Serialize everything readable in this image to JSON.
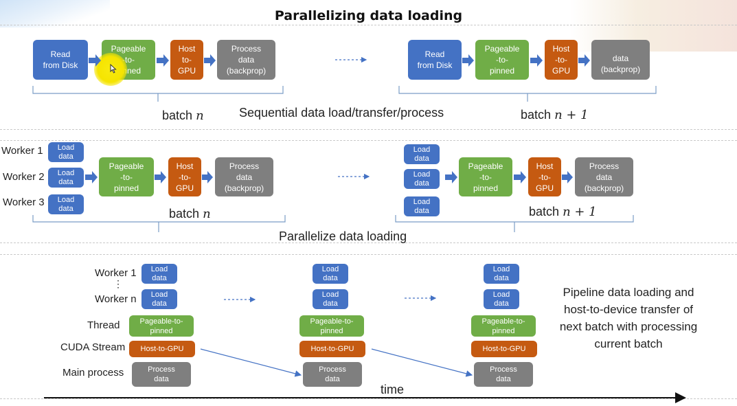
{
  "title": "Parallelizing data loading",
  "section1": {
    "caption": "Sequential data load/transfer/process",
    "batch_n": {
      "word": "batch",
      "var": "n"
    },
    "batch_n1": {
      "word": "batch",
      "var": "n + 1"
    },
    "left": {
      "read": "Read\nfrom Disk",
      "pageable": "Pageable\n-to-\npinned",
      "host": "Host\nto-\nGPU",
      "process": "Process\ndata\n(backprop)"
    },
    "right": {
      "read": "Read\nfrom Disk",
      "pageable": "Pageable\n-to-\npinned",
      "host": "Host\n-to-\nGPU",
      "process": "data\n(backprop)"
    }
  },
  "section2": {
    "caption": "Parallelize data loading",
    "batch_n": {
      "word": "batch",
      "var": "n"
    },
    "batch_n1": {
      "word": "batch",
      "var": "n + 1"
    },
    "workers": [
      "Worker 1",
      "Worker 2",
      "Worker 3"
    ],
    "load": "Load\ndata",
    "pageable": "Pageable\n-to-\npinned",
    "host": "Host\n-to-\nGPU",
    "process": "Process\ndata\n(backprop)"
  },
  "section3": {
    "rows": {
      "worker1": "Worker 1",
      "dots": "⋮",
      "workern": "Worker n",
      "thread": "Thread",
      "cuda": "CUDA Stream",
      "main": "Main process"
    },
    "load": "Load\ndata",
    "pageable": "Pageable-to-\npinned",
    "host": "Host-to-GPU",
    "process": "Process\ndata",
    "pipeline_text": "Pipeline data loading and\nhost-to-device transfer of\nnext batch with processing\ncurrent batch",
    "time": "time"
  },
  "colors": {
    "blue": "#4472c4",
    "green": "#70ad47",
    "orange": "#c55a11",
    "gray": "#7f7f7f",
    "highlight": "#f5e400"
  }
}
